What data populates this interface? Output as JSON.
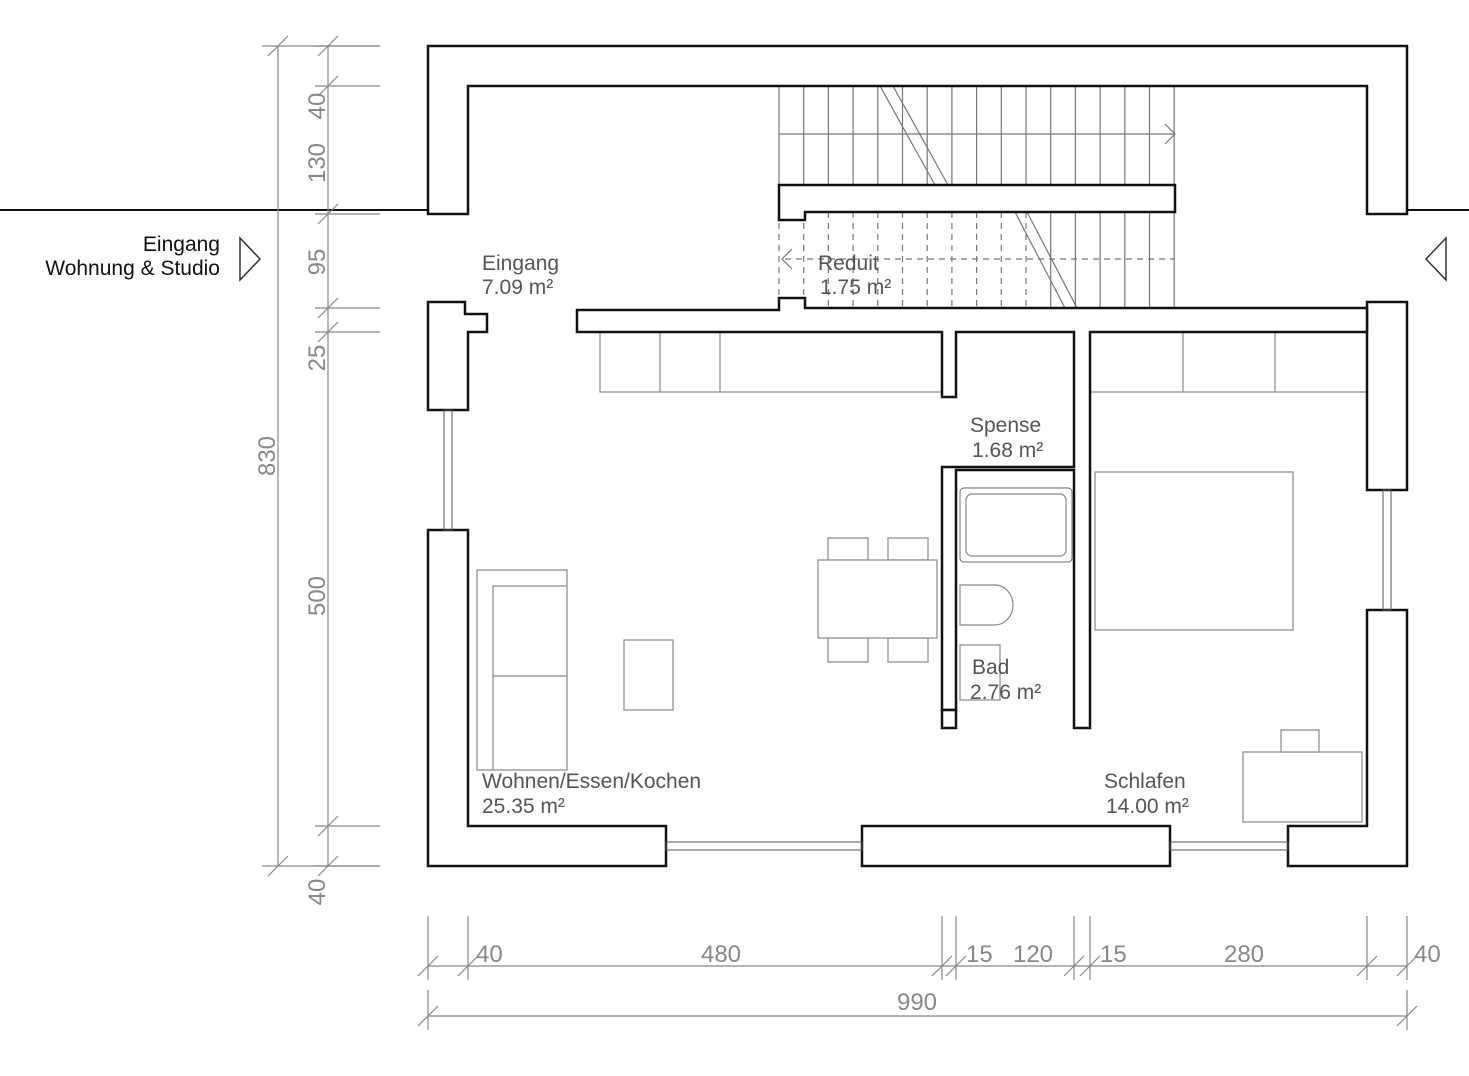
{
  "entrance_label": {
    "line1": "Eingang",
    "line2": "Wohnung & Studio"
  },
  "rooms": [
    {
      "name": "Eingang",
      "area": "7.09 m²"
    },
    {
      "name": "Reduit",
      "area": "1.75 m²"
    },
    {
      "name": "Spense",
      "area": "1.68 m²"
    },
    {
      "name": "Bad",
      "area": "2.76 m²"
    },
    {
      "name": "Wohnen/Essen/Kochen",
      "area": "25.35 m²"
    },
    {
      "name": "Schlafen",
      "area": "14.00 m²"
    }
  ],
  "dimensions_vertical": {
    "segments": [
      "40",
      "130",
      "95",
      "25",
      "500",
      "40"
    ],
    "total": "830"
  },
  "dimensions_horizontal": {
    "segments": [
      "40",
      "480",
      "15",
      "120",
      "15",
      "280",
      "40"
    ],
    "total": "990"
  },
  "colors": {
    "wall": "#111111",
    "furniture": "#888888",
    "dimension": "#888888"
  }
}
